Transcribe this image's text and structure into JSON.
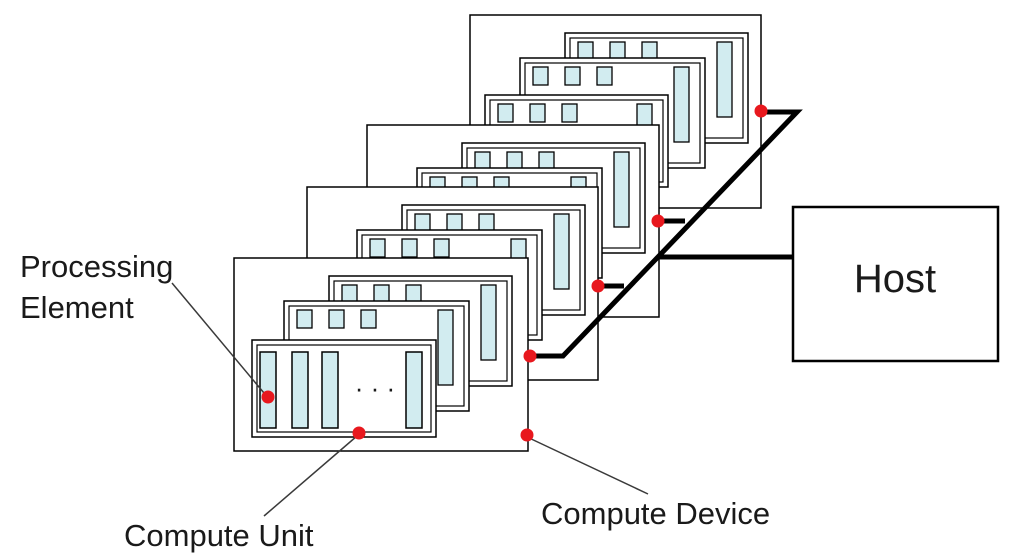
{
  "labels": {
    "processing_element": [
      "Processing",
      "Element"
    ],
    "compute_unit": "Compute Unit",
    "compute_device": "Compute Device",
    "host": "Host",
    "ellipsis": "· · ·"
  },
  "colors": {
    "background": "#ffffff",
    "frame_fill": "#ffffff",
    "frame_stroke": "#000000",
    "pe_fill": "#d2ecf0",
    "pe_stroke": "#000000",
    "bus": "#000000",
    "dot": "#e8181e",
    "leader": "#3a3a3a"
  },
  "structure": {
    "compute_devices": 4,
    "compute_units_per_device": 3,
    "processing_elements_per_unit": 4
  }
}
